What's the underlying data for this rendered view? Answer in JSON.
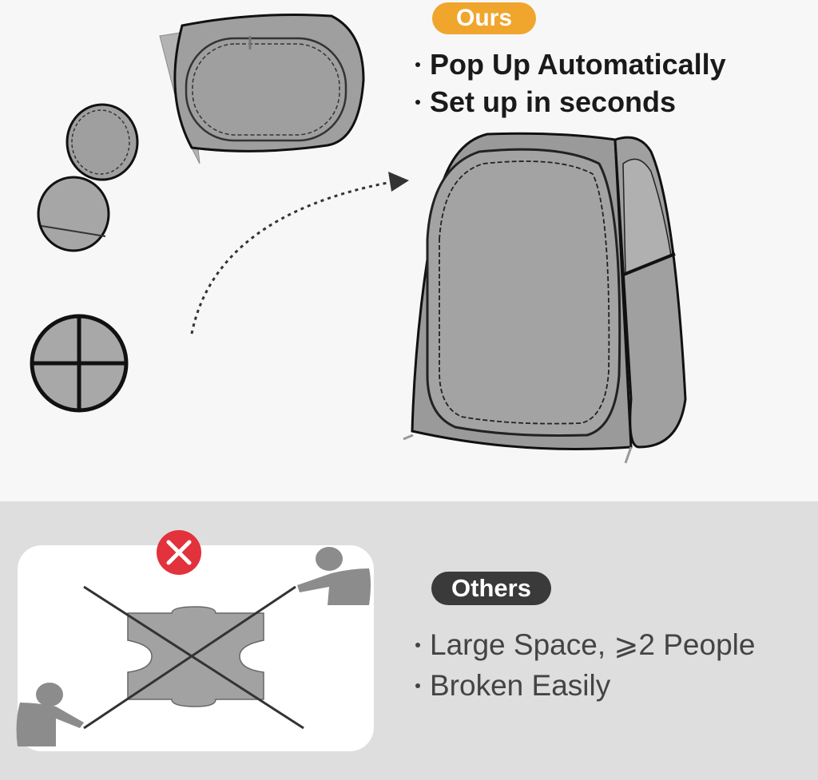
{
  "ours": {
    "badge": "Ours",
    "points": [
      "Pop Up Automatically",
      "Set up in seconds"
    ]
  },
  "others": {
    "badge": "Others",
    "points": [
      "Large Space, ⩾2 People",
      "Broken Easily"
    ],
    "status_icon": "x-circle-icon"
  },
  "colors": {
    "accent_orange": "#f0a52c",
    "dark_badge": "#3a3a3a",
    "reject_red": "#e2323c",
    "tent_gray": "#9e9e9e"
  }
}
